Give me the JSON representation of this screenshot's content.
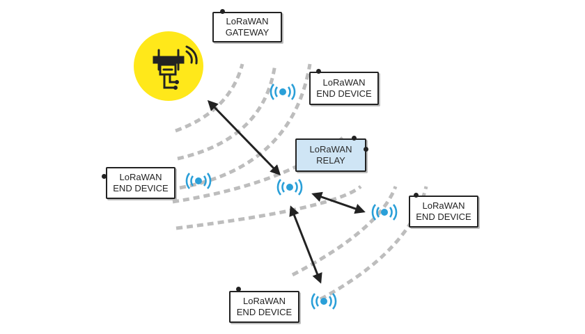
{
  "colors": {
    "gateway_circle": "#ffe81a",
    "gateway_device": "#222222",
    "signal": "#2a9fd8",
    "arcs": "#bdbdbd",
    "arrows": "#222222",
    "relay_box": "#cfe5f5"
  },
  "labels": {
    "gateway": {
      "line1": "LoRaWAN",
      "line2": "GATEWAY"
    },
    "end_device_top": {
      "line1": "LoRaWAN",
      "line2": "END DEVICE"
    },
    "relay": {
      "line1": "LoRaWAN",
      "line2": "RELAY"
    },
    "end_device_left": {
      "line1": "LoRaWAN",
      "line2": "END DEVICE"
    },
    "end_device_right": {
      "line1": "LoRaWAN",
      "line2": "END DEVICE"
    },
    "end_device_bottom": {
      "line1": "LoRaWAN",
      "line2": "END DEVICE"
    }
  },
  "icons": {
    "gateway": "gateway-antenna-icon",
    "signal": "wireless-signal-icon"
  }
}
